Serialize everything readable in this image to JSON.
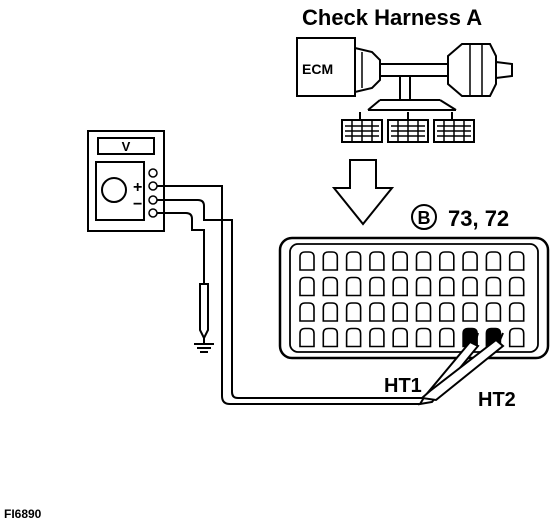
{
  "title": "Check Harness A",
  "ecm_label": "ECM",
  "voltmeter": {
    "display": "V",
    "plus": "+",
    "minus": "−"
  },
  "connector": {
    "badge": "B",
    "pins": "73, 72",
    "rows": 4,
    "cols": 10
  },
  "probes": {
    "probe1": "HT1",
    "probe2": "HT2"
  },
  "figure_id": "FI6890"
}
